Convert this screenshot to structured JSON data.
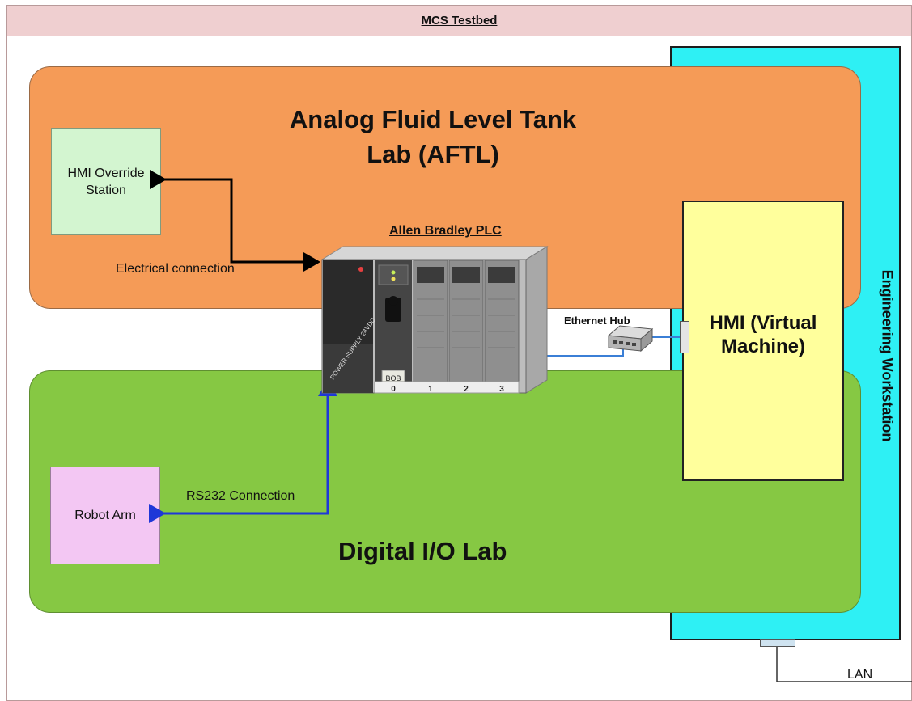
{
  "title": "MCS Testbed",
  "zones": {
    "aftl": {
      "title": "Analog Fluid Level Tank Lab (AFTL)",
      "color": "#f59b57"
    },
    "digital_io": {
      "title": "Digital I/O Lab",
      "color": "#86c843"
    },
    "workstation": {
      "title": "Engineering Workstation",
      "color": "#2ef0f4"
    }
  },
  "nodes": {
    "hmi_override": {
      "label": "HMI Override Station",
      "color": "#d3f5d0"
    },
    "robot_arm": {
      "label": "Robot Arm",
      "color": "#f3c7f3"
    },
    "hmi_vm": {
      "label": "HMI (Virtual Machine)",
      "color": "#ffff9c"
    },
    "plc": {
      "label": "Allen Bradley PLC",
      "power_supply_text": "POWER SUPPLY 24VDC",
      "key_label": "BOB",
      "slots": [
        "0",
        "1",
        "2",
        "3"
      ]
    },
    "ethernet_hub": {
      "label": "Ethernet Hub"
    }
  },
  "connections": {
    "electrical": {
      "label": "Electrical connection",
      "color": "#000000"
    },
    "rs232": {
      "label": "RS232 Connection",
      "color": "#1e37d8"
    },
    "ethernet": {
      "color": "#3b7fd6"
    },
    "lan": {
      "label": "LAN",
      "color": "#333333"
    }
  }
}
